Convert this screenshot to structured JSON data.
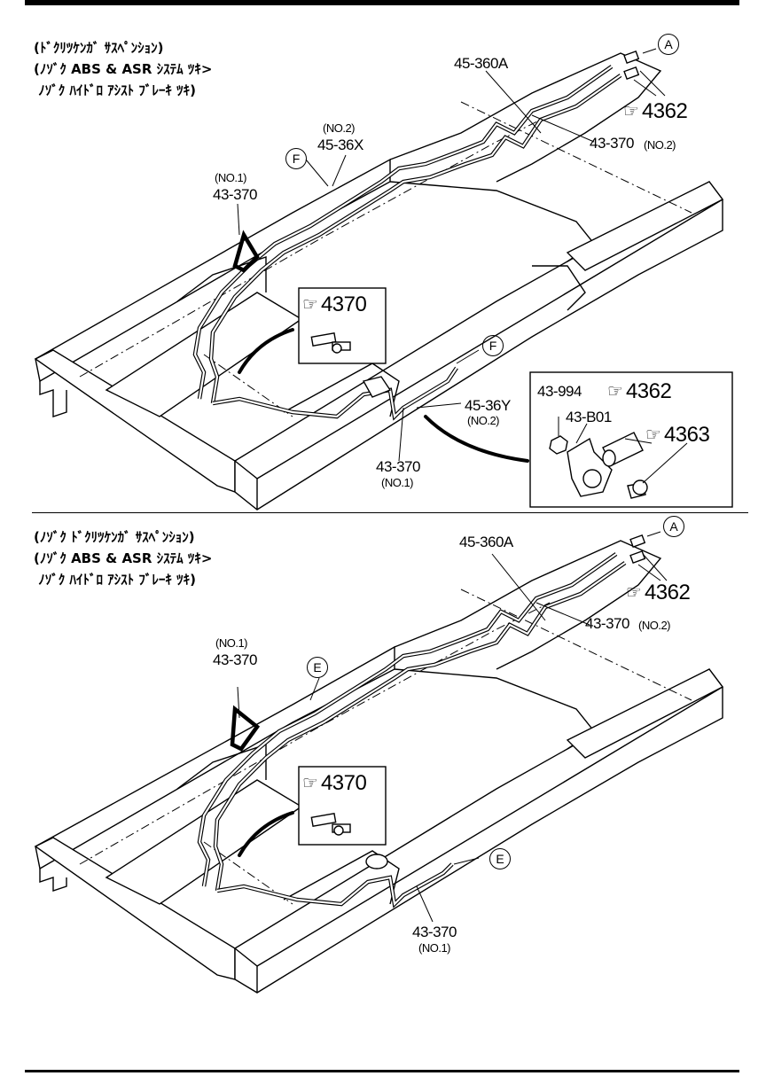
{
  "top": {
    "notes": [
      "(ﾄﾞｸﾘﾂｹﾝｶﾞ ｻｽﾍﾟﾝｼｮﾝ)",
      "(ﾉｿﾞｸ ABS & ASR ｼｽﾃﾑ ﾂｷ>",
      " ﾉｿﾞｸ ﾊｲﾄﾞﾛ ｱｼｽﾄ ﾌﾞﾚｰｷ ﾂｷ)"
    ],
    "labels": {
      "p45_360A": "45-360A",
      "p43_370_no2_num": "43-370",
      "p43_370_no2_tag": "(NO.2)",
      "p45_36X_tag": "(NO.2)",
      "p45_36X_num": "45-36X",
      "p43_370_no1_tag": "(NO.1)",
      "p43_370_no1_num": "43-370",
      "p45_36Y_num": "45-36Y",
      "p45_36Y_tag": "(NO.2)",
      "p43_370_no1b_num": "43-370",
      "p43_370_no1b_tag": "(NO.1)",
      "p43_994": "43-994",
      "p43_B01": "43-B01"
    },
    "refs": {
      "r4362_a": "4362",
      "r4370": "4370",
      "r4362_b": "4362",
      "r4363": "4363"
    },
    "circles": {
      "a": "A",
      "f1": "F",
      "f2": "F"
    }
  },
  "bottom": {
    "notes": [
      "(ﾉｿﾞｸ ﾄﾞｸﾘﾂｹﾝｶﾞ ｻｽﾍﾟﾝｼｮﾝ)",
      "(ﾉｿﾞｸ ABS & ASR ｼｽﾃﾑ ﾂｷ>",
      " ﾉｿﾞｸ ﾊｲﾄﾞﾛ ｱｼｽﾄ ﾌﾞﾚｰｷ ﾂｷ)"
    ],
    "labels": {
      "p45_360A": "45-360A",
      "p43_370_no2_num": "43-370",
      "p43_370_no2_tag": "(NO.2)",
      "p43_370_no1_tag": "(NO.1)",
      "p43_370_no1_num": "43-370",
      "p43_370_no1b_num": "43-370",
      "p43_370_no1b_tag": "(NO.1)"
    },
    "refs": {
      "r4362": "4362",
      "r4370": "4370"
    },
    "circles": {
      "a": "A",
      "e1": "E",
      "e2": "E"
    }
  }
}
